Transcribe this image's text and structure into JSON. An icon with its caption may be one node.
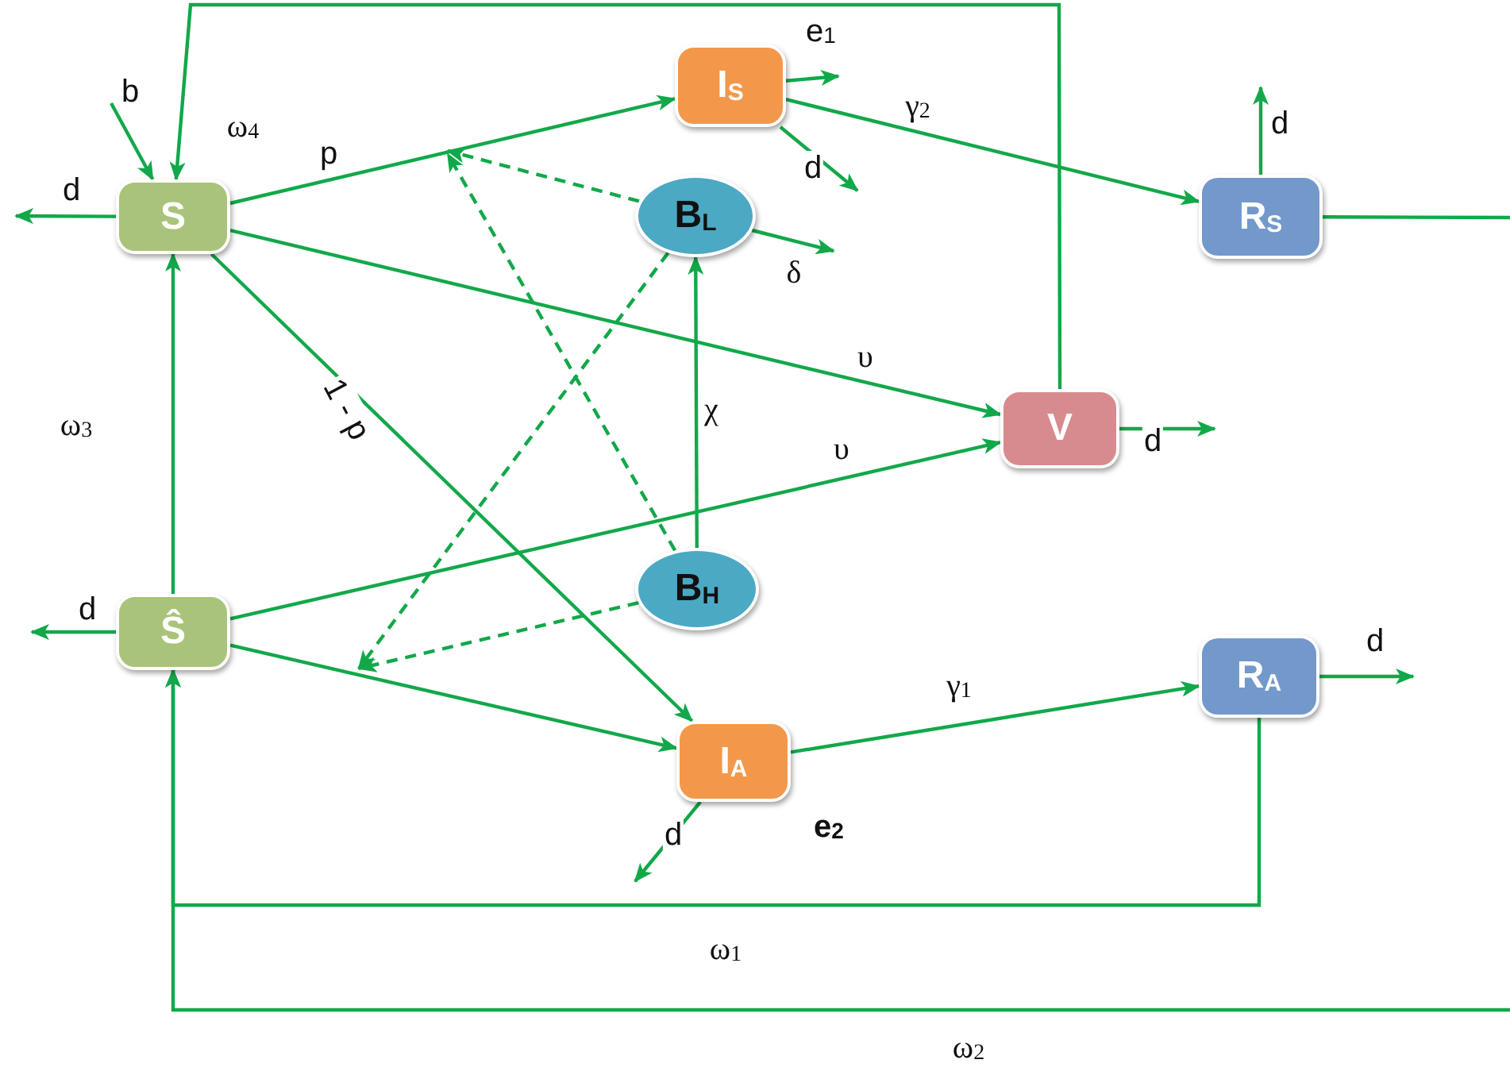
{
  "diagram": {
    "nodes": [
      {
        "text": [
          "S"
        ]
      },
      {
        "text": [
          "Ŝ"
        ]
      },
      {
        "text": [
          "I$_{S}$"
        ]
      },
      {
        "text": [
          "B$_{L}$"
        ]
      },
      {
        "text": [
          "R$_{S}$"
        ]
      },
      {
        "text": [
          "V"
        ]
      },
      {
        "text": [
          "B$_{H}$"
        ]
      },
      {
        "text": [
          "I$_{A}$"
        ]
      },
      {
        "text": [
          "R$_{A}$"
        ]
      }
    ],
    "edges": [
      {
        "from": null,
        "to": 0,
        "arrow": "to",
        "label": "b"
      },
      {
        "from": 5,
        "to": 0,
        "arrow": "to",
        "label": "ω$_{4}$"
      },
      {
        "from": 0,
        "to": null,
        "arrow": "to",
        "label": "d"
      },
      {
        "from": 0,
        "to": 2,
        "arrow": "to",
        "label": "p"
      },
      {
        "from": 0,
        "to": 5,
        "arrow": "to",
        "label": "υ"
      },
      {
        "from": 0,
        "to": 7,
        "arrow": "to",
        "label": "1 - p"
      },
      {
        "from": 1,
        "to": 0,
        "arrow": "to",
        "label": "ω$_{3}$"
      },
      {
        "from": 1,
        "to": null,
        "arrow": "to",
        "label": "d"
      },
      {
        "from": 1,
        "to": 5,
        "arrow": "to",
        "label": "υ"
      },
      {
        "from": 1,
        "to": 7,
        "arrow": "to"
      },
      {
        "from": 3,
        "to": null,
        "arrow": "to",
        "style": "dashed"
      },
      {
        "from": 3,
        "to": null,
        "arrow": "to",
        "style": "dashed"
      },
      {
        "from": 6,
        "to": null,
        "arrow": "to",
        "style": "dashed"
      },
      {
        "from": 6,
        "to": null,
        "arrow": "to",
        "style": "dashed"
      },
      {
        "from": 2,
        "to": null,
        "arrow": "to",
        "label": "e$_{1}$"
      },
      {
        "from": 2,
        "to": null,
        "arrow": "to",
        "label": "d"
      },
      {
        "from": 2,
        "to": 4,
        "arrow": "to",
        "label": "γ$_{2}$"
      },
      {
        "from": 3,
        "to": null,
        "arrow": "to",
        "label": "δ"
      },
      {
        "from": 6,
        "to": 3,
        "arrow": "to",
        "label": "χ"
      },
      {
        "from": 4,
        "to": null,
        "arrow": "to",
        "label": "d"
      },
      {
        "from": 4,
        "to": null,
        "arrow": "none"
      },
      {
        "from": 5,
        "to": null,
        "arrow": "to",
        "label": "d"
      },
      {
        "from": 8,
        "to": 1,
        "arrow": "to",
        "label": "ω$_{1}$"
      },
      {
        "from": null,
        "to": 1,
        "arrow": "to",
        "label": "ω$_{2}$"
      },
      {
        "from": 7,
        "to": 8,
        "arrow": "to",
        "label": "γ$_{1}$"
      },
      {
        "from": 7,
        "to": null,
        "arrow": "to",
        "label": "d"
      },
      {
        "from": 8,
        "to": null,
        "arrow": "to",
        "label": "d"
      }
    ],
    "labels": [
      "e$_{2}$"
    ]
  }
}
